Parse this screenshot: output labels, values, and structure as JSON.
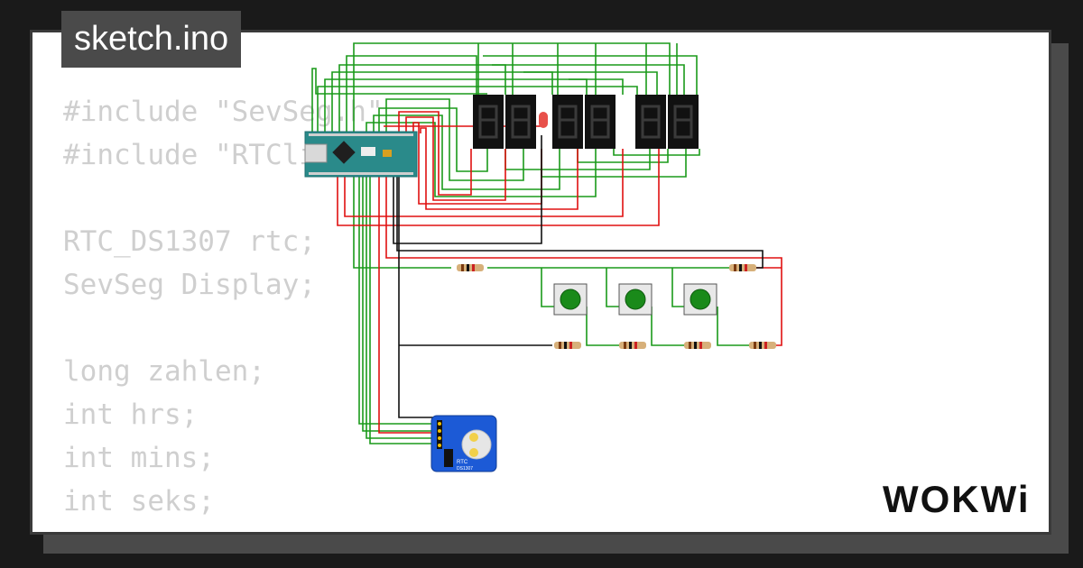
{
  "file": {
    "name": "sketch.ino"
  },
  "code_lines": [
    "#include \"SevSeg.h\"",
    "#include \"RTClib.h\"",
    "",
    "RTC_DS1307 rtc;",
    "SevSeg Display;",
    "",
    "long zahlen;",
    "int hrs;",
    "int mins;",
    "int seks;"
  ],
  "brand": {
    "logo": "WOKWi"
  },
  "colors": {
    "background": "#1a1a1a",
    "card": "#ffffff",
    "tag_bg": "#4a4a4a",
    "wire_green": "#1a9a1a",
    "wire_red": "#e01010",
    "wire_black": "#111111",
    "arduino": "#2a8a8a",
    "rtc_board": "#1c5ad6",
    "button_cap": "#1a8a1a"
  },
  "components": {
    "arduino_label": "",
    "rtc_label": "RTC",
    "rtc_chip": "DS1307"
  }
}
